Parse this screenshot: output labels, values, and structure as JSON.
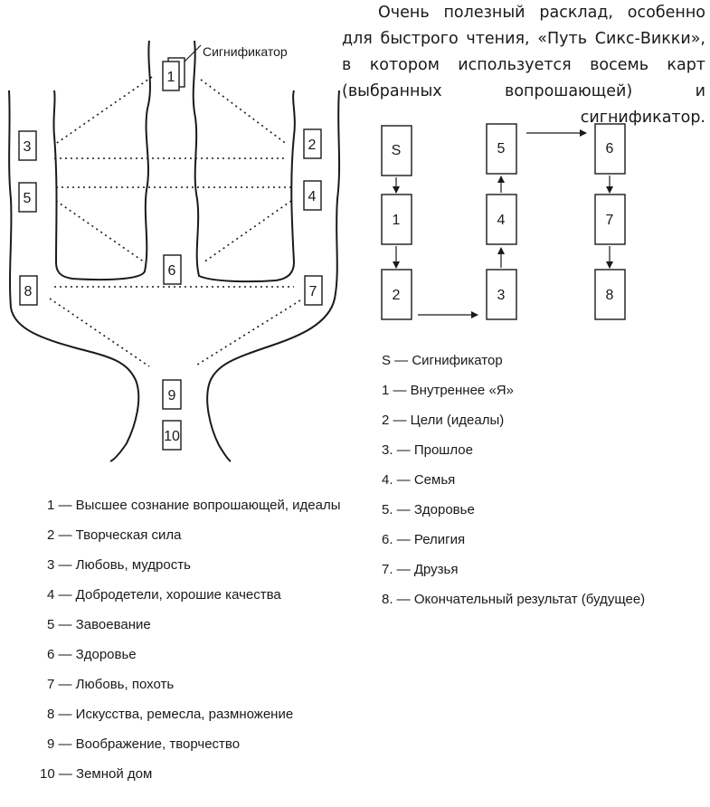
{
  "intro_text": "Очень полезный расклад, особенно для быстрого чтения, «Путь Сикс-Викки», в котором используется восемь карт (выбранных вопрошающей) и сигнификатор.",
  "tree_diagram": {
    "significator_label": "Сигнификатор",
    "cards": [
      "1",
      "2",
      "3",
      "4",
      "5",
      "6",
      "7",
      "8",
      "9",
      "10"
    ]
  },
  "path_diagram": {
    "cards": [
      "S",
      "1",
      "2",
      "3",
      "4",
      "5",
      "6",
      "7",
      "8"
    ]
  },
  "legend_right": [
    "S — Сигнификатор",
    "1 — Внутреннее «Я»",
    "2 — Цели (идеалы)",
    "3. — Прошлое",
    "4. — Семья",
    "5. — Здоровье",
    "6. — Религия",
    "7. — Друзья",
    "8. — Окончательный результат (будущее)"
  ],
  "legend_left": [
    "1 — Высшее сознание вопрошающей, идеалы",
    "2 — Творческая сила",
    "3 — Любовь, мудрость",
    "4 — Добродетели, хорошие качества",
    "5 — Завоевание",
    "6 — Здоровье",
    "7 — Любовь, похоть",
    "8 — Искусства, ремесла, размножение",
    "9 — Воображение, творчество",
    "10 — Земной дом"
  ]
}
